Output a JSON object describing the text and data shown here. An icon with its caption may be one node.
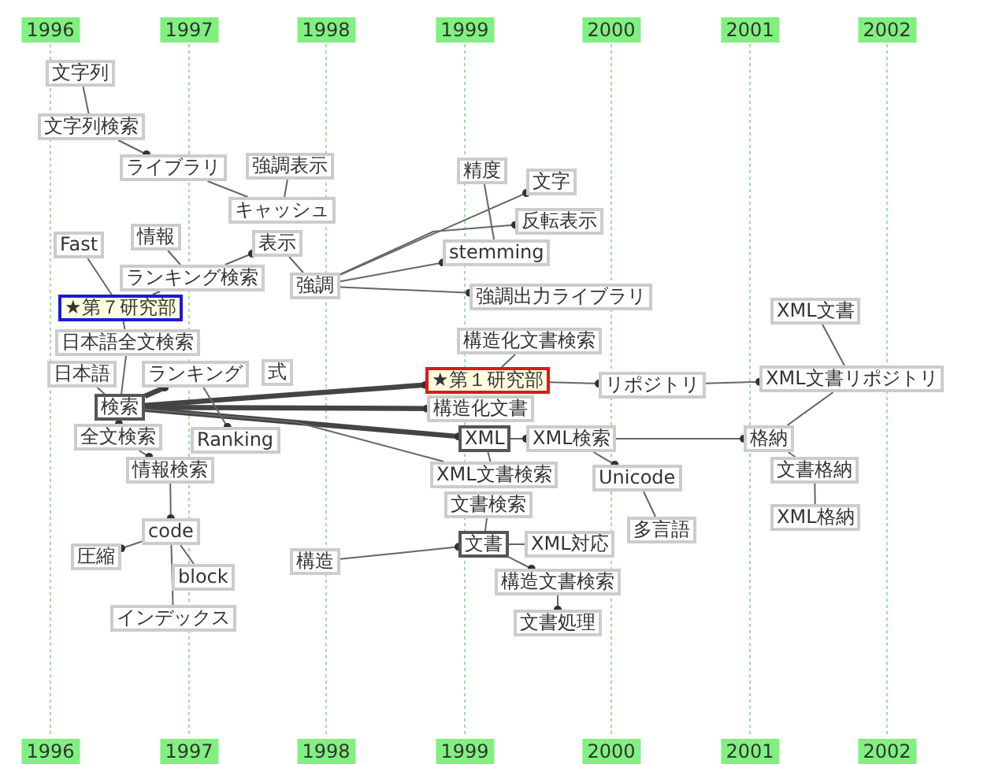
{
  "diagram": {
    "nodes": [
      {
        "text": [
          "文字列"
        ]
      },
      {
        "text": [
          "文字列検索"
        ]
      },
      {
        "text": [
          "ライブラリ"
        ]
      },
      {
        "text": [
          "強調表示"
        ]
      },
      {
        "text": [
          "精度"
        ]
      },
      {
        "text": [
          "文字"
        ]
      },
      {
        "text": [
          "キャッシュ"
        ]
      },
      {
        "text": [
          "反転表示"
        ]
      },
      {
        "text": [
          "Fast"
        ]
      },
      {
        "text": [
          "情報"
        ]
      },
      {
        "text": [
          "表示"
        ]
      },
      {
        "text": [
          "stemming"
        ]
      },
      {
        "text": [
          "ランキング検索"
        ]
      },
      {
        "text": [
          "強調"
        ]
      },
      {
        "text": [
          "強調出力ライブラリ"
        ]
      },
      {
        "text": [
          "XML文書"
        ]
      },
      {
        "text": [
          "★第７研究部"
        ]
      },
      {
        "text": [
          "日本語全文検索"
        ]
      },
      {
        "text": [
          "構造化文書検索"
        ]
      },
      {
        "text": [
          "ランキング"
        ]
      },
      {
        "text": [
          "日本語"
        ]
      },
      {
        "text": [
          "XML文書リポジトリ"
        ]
      },
      {
        "text": [
          "★第１研究部"
        ]
      },
      {
        "text": [
          "リポジトリ"
        ]
      },
      {
        "text": [
          "検索"
        ]
      },
      {
        "text": [
          "式"
        ]
      },
      {
        "text": [
          "構造化文書"
        ]
      },
      {
        "text": [
          "全文検索"
        ]
      },
      {
        "text": [
          "Ranking"
        ]
      },
      {
        "text": [
          "XML"
        ]
      },
      {
        "text": [
          "XML検索"
        ]
      },
      {
        "text": [
          "格納"
        ]
      },
      {
        "text": [
          "文書格納"
        ]
      },
      {
        "text": [
          "情報検索"
        ]
      },
      {
        "text": [
          "XML文書検索"
        ]
      },
      {
        "text": [
          "Unicode"
        ]
      },
      {
        "text": [
          "文書検索"
        ]
      },
      {
        "text": [
          "XML格納"
        ]
      },
      {
        "text": [
          "XML対応"
        ]
      },
      {
        "text": [
          "文書"
        ]
      },
      {
        "text": [
          "多言語"
        ]
      },
      {
        "text": [
          "code"
        ]
      },
      {
        "text": [
          "構造"
        ]
      },
      {
        "text": [
          "圧縮"
        ]
      },
      {
        "text": [
          "構造文書検索"
        ]
      },
      {
        "text": [
          "block"
        ]
      },
      {
        "text": [
          "文書処理"
        ]
      },
      {
        "text": [
          "インデックス"
        ]
      }
    ],
    "edges": [
      {
        "from": 0,
        "to": 1,
        "arrow": "none"
      },
      {
        "from": 1,
        "to": 2,
        "arrow": "other"
      },
      {
        "from": 2,
        "to": 6,
        "arrow": "none"
      },
      {
        "from": 3,
        "to": 6,
        "arrow": "none"
      },
      {
        "from": 12,
        "to": 10,
        "arrow": "other"
      },
      {
        "from": 10,
        "to": 13,
        "arrow": "none"
      },
      {
        "from": 13,
        "to": 5,
        "arrow": "other"
      },
      {
        "from": 13,
        "to": 7,
        "arrow": "other"
      },
      {
        "from": 13,
        "to": 11,
        "arrow": "other"
      },
      {
        "from": 13,
        "to": 14,
        "arrow": "other"
      },
      {
        "from": 4,
        "to": 11,
        "arrow": "none"
      },
      {
        "from": 8,
        "to": 16,
        "arrow": "none"
      },
      {
        "from": 9,
        "to": 12,
        "arrow": "none"
      },
      {
        "from": 12,
        "to": 16,
        "arrow": "none"
      },
      {
        "from": 16,
        "to": 17,
        "arrow": "none"
      },
      {
        "from": 20,
        "to": 24,
        "arrow": "none"
      },
      {
        "from": 24,
        "to": 19,
        "arrow": "other",
        "style": "thick"
      },
      {
        "from": 24,
        "to": 22,
        "arrow": "other",
        "style": "thick"
      },
      {
        "from": 24,
        "to": 26,
        "arrow": "other",
        "style": "thick"
      },
      {
        "from": 24,
        "to": 29,
        "arrow": "other",
        "style": "thick"
      },
      {
        "from": 24,
        "to": 34,
        "arrow": "none"
      },
      {
        "from": 19,
        "to": 28,
        "arrow": "other"
      },
      {
        "from": 24,
        "to": 27,
        "arrow": "other"
      },
      {
        "from": 27,
        "to": 33,
        "arrow": "other"
      },
      {
        "from": 33,
        "to": 41,
        "arrow": "other"
      },
      {
        "from": 41,
        "to": 43,
        "arrow": "other"
      },
      {
        "from": 41,
        "to": 45,
        "arrow": "none"
      },
      {
        "from": 41,
        "to": 47,
        "arrow": "none"
      },
      {
        "from": 42,
        "to": 39,
        "arrow": "other"
      },
      {
        "from": 36,
        "to": 39,
        "arrow": "none"
      },
      {
        "from": 29,
        "to": 34,
        "arrow": "none"
      },
      {
        "from": 29,
        "to": 30,
        "arrow": "other"
      },
      {
        "from": 30,
        "to": 31,
        "arrow": "other"
      },
      {
        "from": 30,
        "to": 35,
        "arrow": "other"
      },
      {
        "from": 35,
        "to": 40,
        "arrow": "none"
      },
      {
        "from": 22,
        "to": 23,
        "arrow": "other"
      },
      {
        "from": 23,
        "to": 21,
        "arrow": "other"
      },
      {
        "from": 15,
        "to": 21,
        "arrow": "none"
      },
      {
        "from": 21,
        "to": 31,
        "arrow": "none"
      },
      {
        "from": 31,
        "to": 32,
        "arrow": "none"
      },
      {
        "from": 32,
        "to": 37,
        "arrow": "none"
      },
      {
        "from": 39,
        "to": 44,
        "arrow": "other"
      },
      {
        "from": 44,
        "to": 46,
        "arrow": "other"
      },
      {
        "from": 18,
        "to": 22,
        "arrow": "none"
      },
      {
        "from": 39,
        "to": 38,
        "arrow": "none"
      },
      {
        "from": 17,
        "to": 24,
        "arrow": "none"
      }
    ],
    "labels": [
      "1996",
      "1997",
      "1998",
      "1999",
      "2000",
      "2001",
      "2002",
      "1996",
      "1997",
      "1998",
      "1999",
      "2000",
      "2001",
      "2002"
    ]
  }
}
